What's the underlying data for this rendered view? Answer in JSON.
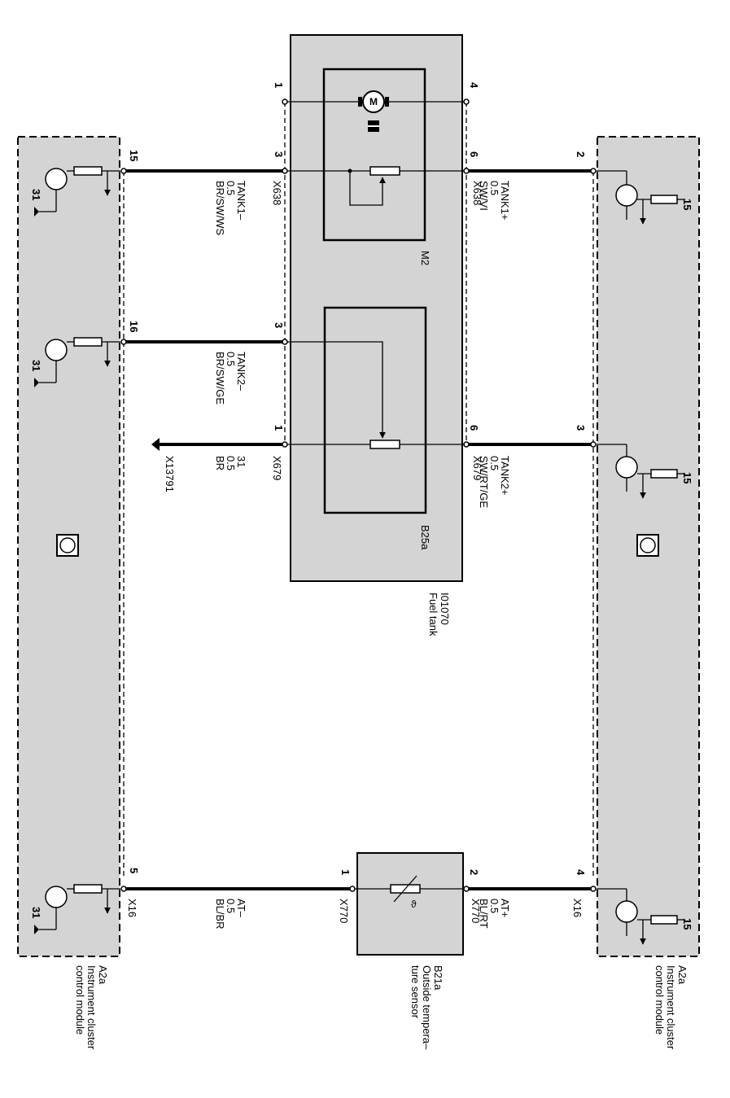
{
  "modules": {
    "left": {
      "id": "A2a",
      "line1": "Instrument cluster",
      "line2": "control module"
    },
    "right": {
      "id": "A2a",
      "line1": "Instrument cluster",
      "line2": "control module"
    }
  },
  "fuel_tank": {
    "id": "I01070",
    "name": "Fuel tank"
  },
  "components": {
    "pump": {
      "id": "M2",
      "symbol": "M"
    },
    "sender": {
      "id": "B25a"
    },
    "temp_sensor": {
      "id": "B21a",
      "line1": "Outside tempera–",
      "line2": "ture sensor",
      "symbol": "ϑ"
    }
  },
  "pins": {
    "left_cluster": [
      "15",
      "16",
      "5"
    ],
    "right_cluster": [
      "2",
      "3",
      "4"
    ],
    "tank_left": [
      "1",
      "3",
      "3",
      "1"
    ],
    "tank_right": [
      "4",
      "6",
      "6"
    ],
    "sensor_left": "1",
    "sensor_right": "2",
    "ground": "31",
    "supply": "15"
  },
  "wires": [
    {
      "connector": "X638",
      "signal": "TANK1–",
      "size": "0.5",
      "color": "BR/SW/WS"
    },
    {
      "connector": "X638",
      "signal": "TANK1+",
      "size": "0.5",
      "color": "SW/VI"
    },
    {
      "signal": "TANK2–",
      "size": "0.5",
      "color": "BR/SW/GE"
    },
    {
      "connector": "X679",
      "signal": "31",
      "size": "0.5",
      "color": "BR"
    },
    {
      "connector": "X679",
      "signal": "TANK2+",
      "size": "0.5",
      "color": "SW/RT/GE"
    },
    {
      "connector": "X16",
      "signal": "AT–",
      "size": "0.5",
      "color": "BL/BR"
    },
    {
      "connector": "X770",
      "label": "X770"
    },
    {
      "connector": "X770",
      "label": "X770"
    },
    {
      "connector": "X16",
      "signal": "AT+",
      "size": "0.5",
      "color": "BL/RT"
    }
  ],
  "ground_point": "X13791"
}
